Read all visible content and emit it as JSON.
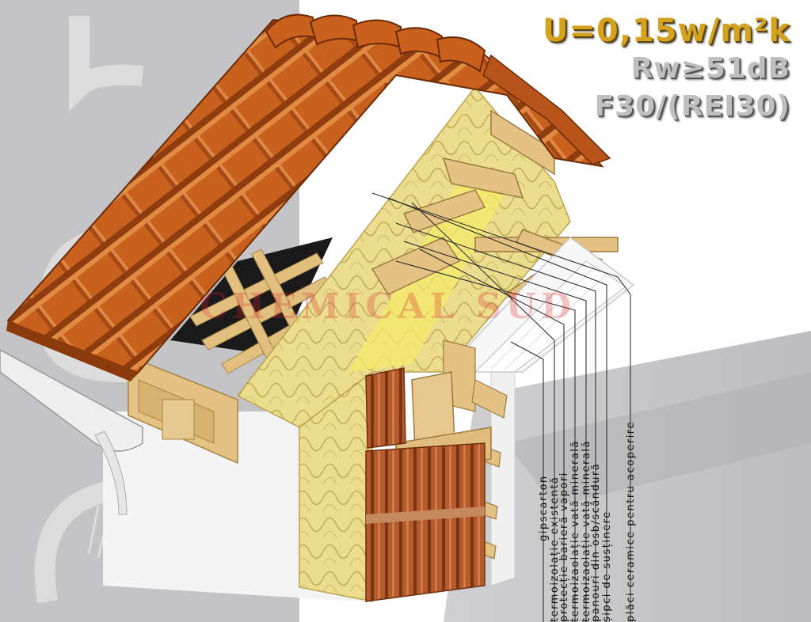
{
  "specs": {
    "u_value": "U=0,15w/m²k",
    "acoustic": "Rw≥51dB",
    "fire": "F30/(REI30)"
  },
  "watermark": "CHEMICAL SUD",
  "layers": [
    "gipscarton",
    "termoizolație existentă",
    "protecție barieră vapori",
    "termoizaolație vată minerală",
    "termoizaolație vată minerală",
    "panouri din osb/scândură",
    "șipci de susținere",
    "plăci ceramice pentru acoperire"
  ],
  "colors": {
    "tile": "#c8601e",
    "insulation": "#e9d98a",
    "wood": "#e3c283",
    "brick": "#b45a2c",
    "background_panel": "#c4c4c6",
    "accent_gold": "#d4a21f"
  }
}
